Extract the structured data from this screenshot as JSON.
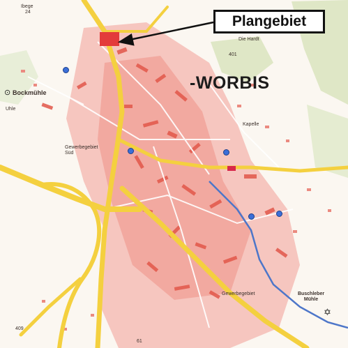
{
  "callout": {
    "label": "Plangebiet"
  },
  "town": {
    "name": "-WORBIS"
  },
  "labels": {
    "top_left": "Ibege",
    "top_left_sub": "24",
    "road_401": "401",
    "die_hardt": "Die Hardt",
    "bockmuehle": "Bockmühle",
    "uhle": "Uhle",
    "gewerbegebiet_sued": "Gewerbegebiet Süd",
    "gewerbegebiet": "Gewerbegebiet",
    "kapelle": "Kapelle",
    "buschleber_muehle": "Buschleber Mühle",
    "road_409": "409",
    "bottom_61": "61"
  },
  "colors": {
    "background": "#fbf7f1",
    "forest": "#dfe7c6",
    "built": "#f2a9a0",
    "building": "#e2574a",
    "main_road": "#f4d03f",
    "river": "#4d76c9",
    "plan_area": "#e33b3b"
  },
  "icons": [
    "bus-stop-icon",
    "church-icon",
    "mill-icon"
  ]
}
